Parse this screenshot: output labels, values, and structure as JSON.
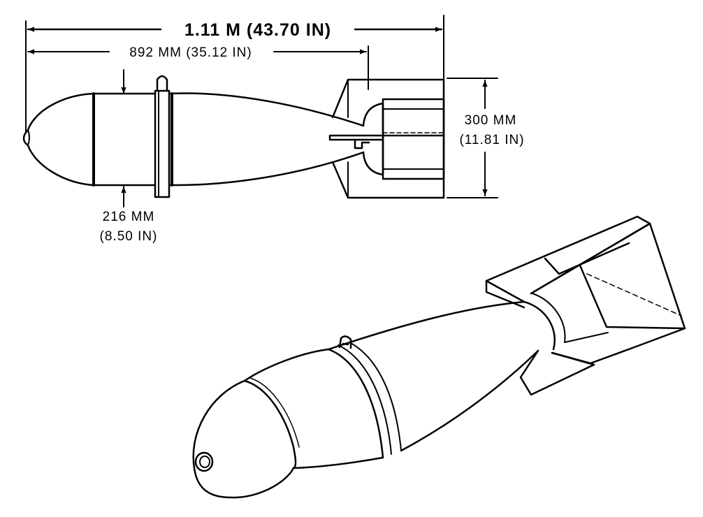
{
  "diagram": {
    "overall_length": "1.11 M (43.70 IN)",
    "body_length": "892 MM (35.12 IN)",
    "fin_span_line1": "300 MM",
    "fin_span_line2": "(11.81 IN)",
    "body_diameter_line1": "216 MM",
    "body_diameter_line2": "(8.50 IN)"
  }
}
